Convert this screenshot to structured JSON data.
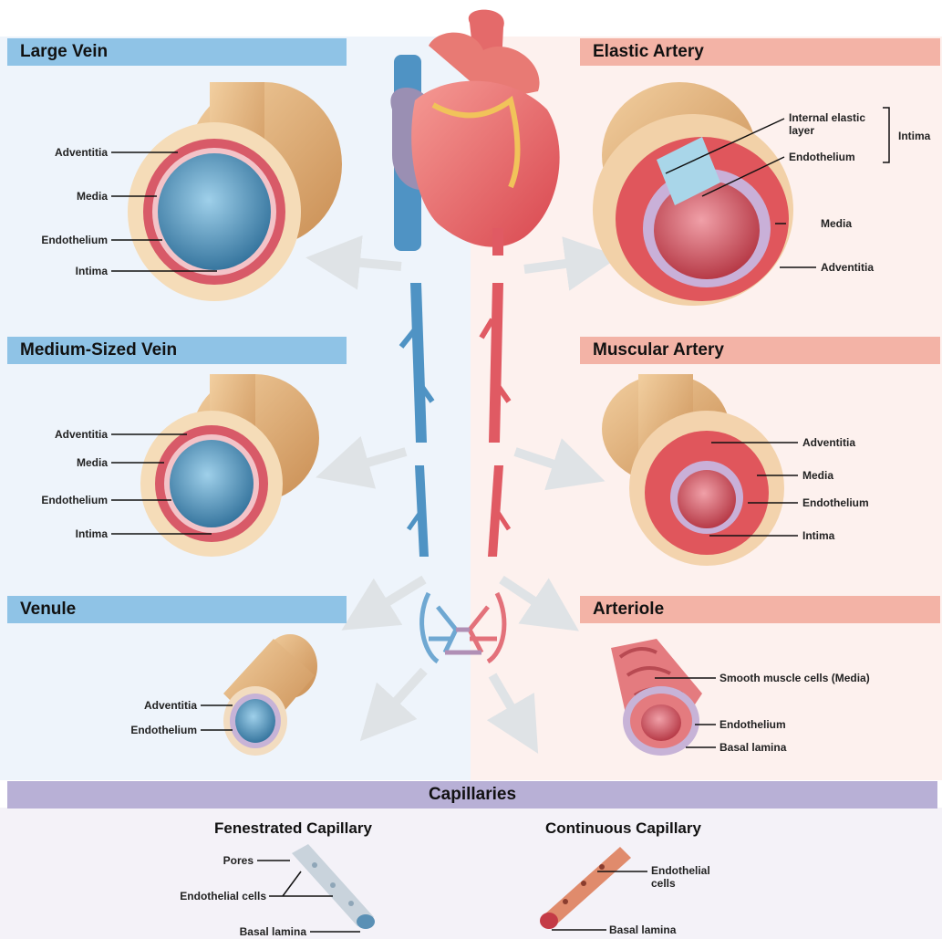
{
  "sections": {
    "large_vein": {
      "title": "Large Vein",
      "labels": [
        "Adventitia",
        "Media",
        "Endothelium",
        "Intima"
      ]
    },
    "elastic_artery": {
      "title": "Elastic Artery",
      "labels": [
        "Internal elastic layer",
        "Endothelium",
        "Intima",
        "Media",
        "Adventitia"
      ]
    },
    "medium_vein": {
      "title": "Medium-Sized Vein",
      "labels": [
        "Adventitia",
        "Media",
        "Endothelium",
        "Intima"
      ]
    },
    "muscular_artery": {
      "title": "Muscular Artery",
      "labels": [
        "Adventitia",
        "Media",
        "Endothelium",
        "Intima"
      ]
    },
    "venule": {
      "title": "Venule",
      "labels": [
        "Adventitia",
        "Endothelium"
      ]
    },
    "arteriole": {
      "title": "Arteriole",
      "labels": [
        "Smooth muscle cells (Media)",
        "Endothelium",
        "Basal lamina"
      ]
    },
    "capillaries": {
      "title": "Capillaries",
      "fenestrated": {
        "title": "Fenestrated Capillary",
        "labels": [
          "Pores",
          "Endothelial cells",
          "Basal lamina"
        ]
      },
      "continuous": {
        "title": "Continuous Capillary",
        "labels": [
          "Endothelial cells",
          "Basal lamina"
        ]
      }
    }
  },
  "colors": {
    "vein_header": "#8fc3e6",
    "artery_header": "#f3b3a6",
    "capillary_header": "#b8b0d6",
    "vein_blue": "#4f93c4",
    "artery_red": "#e05a63",
    "adventitia_tan": "#e3b37e"
  }
}
